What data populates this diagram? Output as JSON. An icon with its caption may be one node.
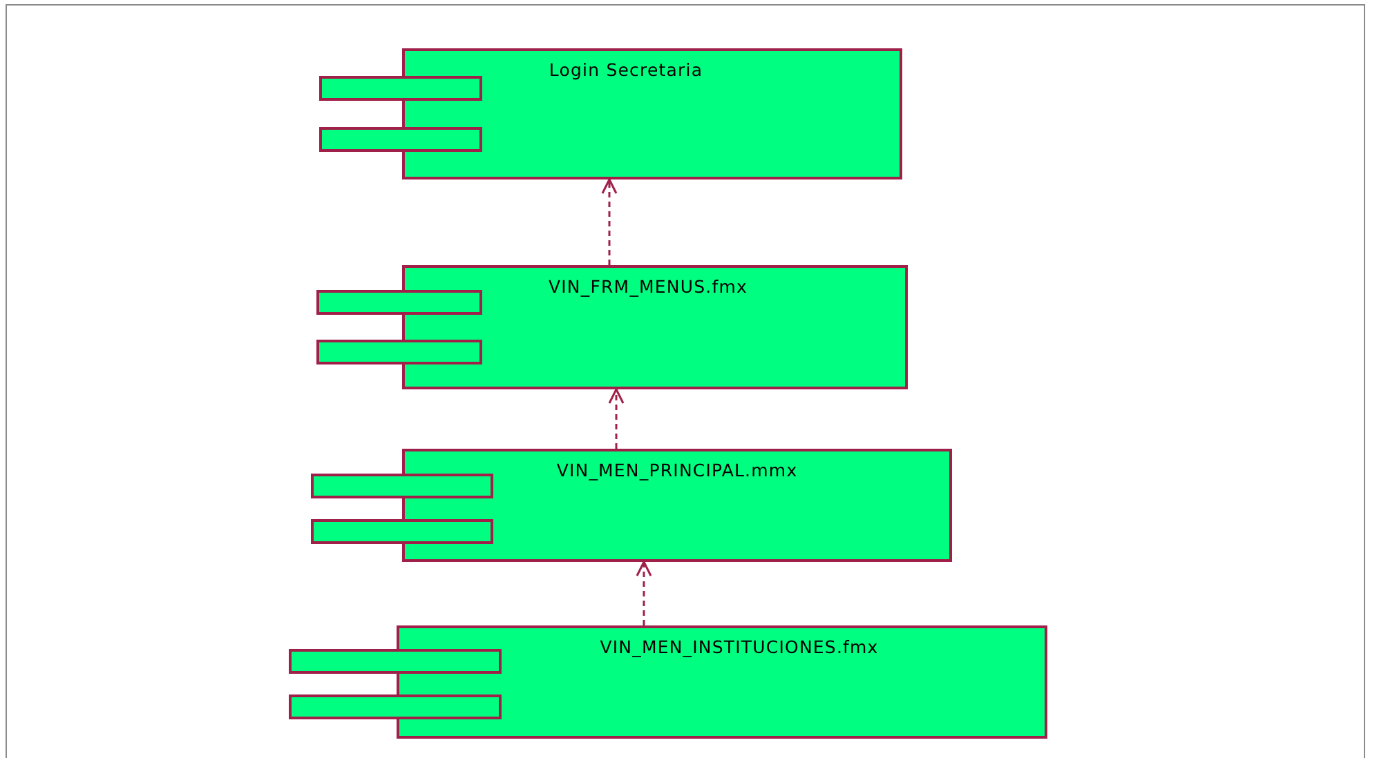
{
  "diagram": {
    "nodes": [
      {
        "text": [
          "Login Secretaria"
        ]
      },
      {
        "text": [
          "VIN_FRM_MENUS.fmx"
        ]
      },
      {
        "text": [
          "VIN_MEN_PRINCIPAL.mmx"
        ]
      },
      {
        "text": [
          "VIN_MEN_INSTITUCIONES.fmx"
        ]
      }
    ],
    "edges": [
      {
        "from": 1,
        "to": 0,
        "arrow": "to",
        "style": "dashed"
      },
      {
        "from": 2,
        "to": 1,
        "arrow": "to",
        "style": "dashed"
      },
      {
        "from": 3,
        "to": 2,
        "arrow": "to",
        "style": "dashed"
      }
    ]
  }
}
